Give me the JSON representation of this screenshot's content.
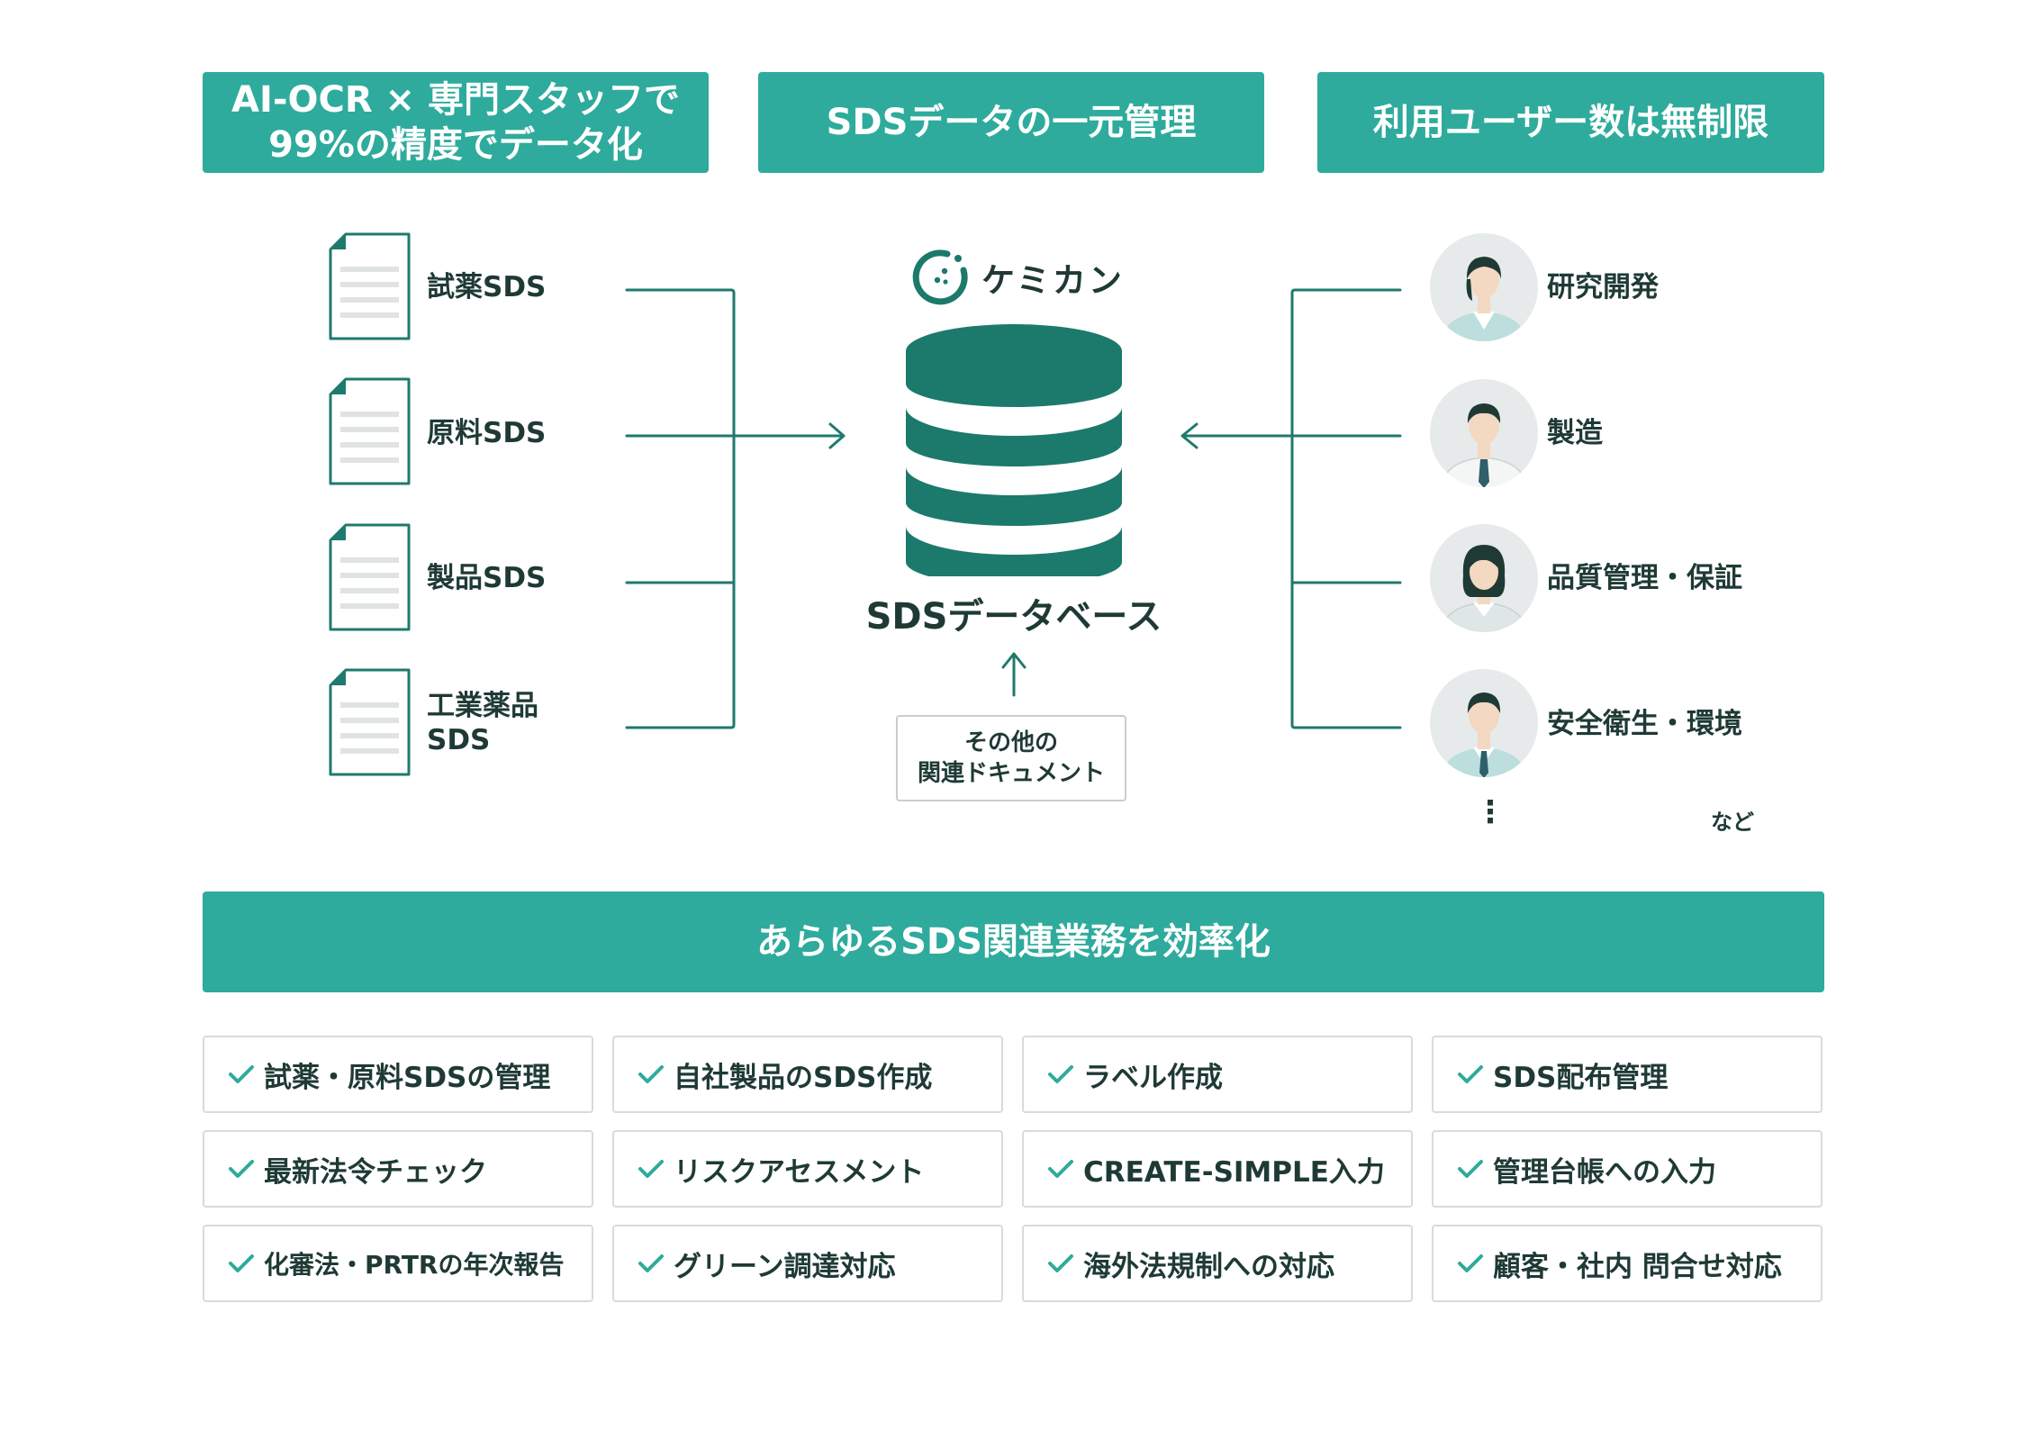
{
  "banners": {
    "top_left": [
      "AI-OCR × 専門スタッフで",
      "99%の精度でデータ化"
    ],
    "top_center": "SDSデータの一元管理",
    "top_right": "利用ユーザー数は無制限",
    "bottom": "あらゆるSDS関連業務を効率化"
  },
  "documents": [
    {
      "label": "試薬SDS",
      "icon": "document-icon"
    },
    {
      "label": "原料SDS",
      "icon": "document-icon"
    },
    {
      "label": "製品SDS",
      "icon": "document-icon"
    },
    {
      "label_lines": [
        "工業薬品",
        "SDS"
      ],
      "icon": "document-icon"
    }
  ],
  "center": {
    "brand": "ケミカン",
    "brand_icon": "chemican-logo-icon",
    "database_icon": "database-icon",
    "database_label": "SDSデータベース",
    "other_docs": [
      "その他の",
      "関連ドキュメント"
    ]
  },
  "departments": [
    {
      "label": "研究開発",
      "icon": "researcher-avatar-icon"
    },
    {
      "label": "製造",
      "icon": "manufacturing-avatar-icon"
    },
    {
      "label": "品質管理・保証",
      "icon": "quality-avatar-icon"
    },
    {
      "label": "安全衛生・環境",
      "icon": "safety-avatar-icon"
    }
  ],
  "more": {
    "dots": "⋮",
    "etc": "など"
  },
  "tasks": [
    "試薬・原料SDSの管理",
    "自社製品のSDS作成",
    "ラベル作成",
    "SDS配布管理",
    "最新法令チェック",
    "リスクアセスメント",
    "CREATE-SIMPLE入力",
    "管理台帳への入力",
    "化審法・PRTRの年次報告",
    "グリーン調達対応",
    "海外法規制への対応",
    "顧客・社内 問合せ対応"
  ],
  "colors": {
    "accent": "#2eab9c",
    "dark_teal": "#1c7a6c",
    "line": "#1e7a6d",
    "text": "#1f3a35",
    "card_border": "#d8dbda"
  }
}
